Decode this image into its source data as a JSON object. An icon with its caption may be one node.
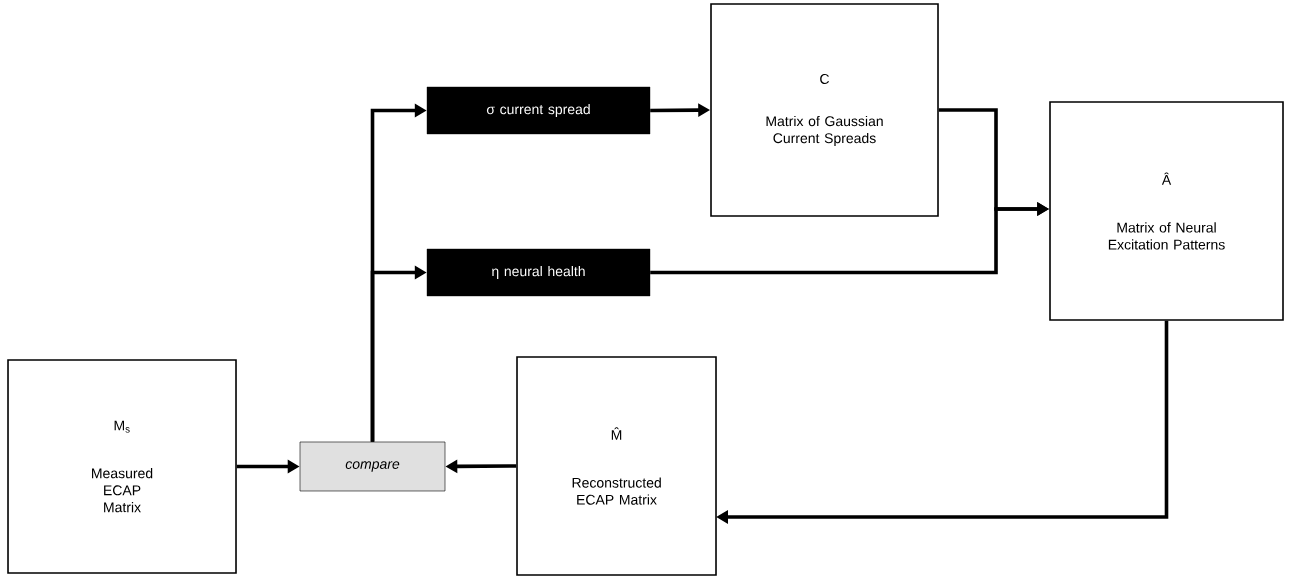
{
  "diagram": {
    "nodes": [
      {
        "text": [
          "M$_{s}$",
          "Measured ECAP Matrix"
        ]
      },
      {
        "text": [
          "*compare*"
        ]
      },
      {
        "text": [
          "M̂",
          "Reconstructed ECAP Matrix"
        ]
      },
      {
        "text": [
          "σ current spread"
        ]
      },
      {
        "text": [
          "η neural health"
        ]
      },
      {
        "text": [
          "C",
          "Matrix of Gaussian Current Spreads"
        ]
      },
      {
        "text": [
          "Â",
          "Matrix of Neural Excitation Patterns"
        ]
      }
    ],
    "edges": [
      {
        "from": 0,
        "to": 1,
        "arrow": "to"
      },
      {
        "from": 2,
        "to": 1,
        "arrow": "to"
      },
      {
        "from": 1,
        "to": 3,
        "arrow": "to"
      },
      {
        "from": 1,
        "to": 4,
        "arrow": "to"
      },
      {
        "from": 3,
        "to": 5,
        "arrow": "to"
      },
      {
        "from": 5,
        "to": 6,
        "arrow": "to"
      },
      {
        "from": 4,
        "to": 6,
        "arrow": "to"
      },
      {
        "from": 6,
        "to": 2,
        "arrow": "to"
      }
    ]
  }
}
